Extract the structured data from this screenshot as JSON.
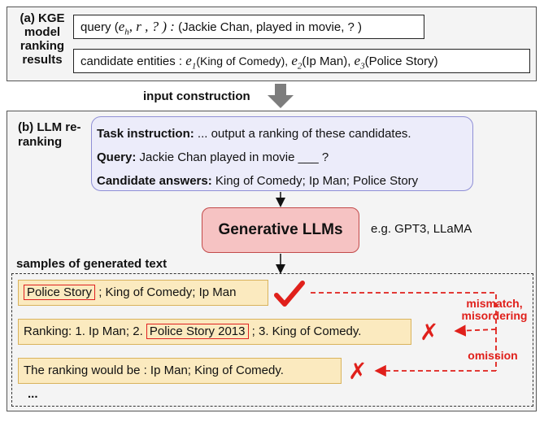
{
  "panel_a": {
    "label": "(a) KGE model ranking results",
    "query": {
      "prefix": "query (",
      "e_h": "e",
      "e_h_sub": "h",
      "r": ", r , ? ) :",
      "value": "(Jackie Chan, played in movie, ? )"
    },
    "candidates": {
      "prefix": "candidate entities :",
      "e": "e",
      "items": [
        {
          "sub": "1",
          "name": "(King of Comedy),"
        },
        {
          "sub": "2",
          "name": "(Ip Man),"
        },
        {
          "sub": "3",
          "name": "(Police Story)"
        }
      ]
    }
  },
  "arrow_label": "input construction",
  "panel_b": {
    "label": "(b) LLM re-ranking",
    "prompt": {
      "task_key": "Task instruction:",
      "task_val": " ... output a ranking of these candidates.",
      "query_key": "Query:",
      "query_val": " Jackie Chan played in movie ___ ?",
      "cand_key": "Candidate answers:",
      "cand_val": " King of Comedy; Ip Man; Police Story"
    },
    "llm_label": "Generative LLMs",
    "llm_examples": "e.g. GPT3, LLaMA",
    "samples_label": "samples of generated text",
    "samples": [
      {
        "highlight": "Police Story",
        "after": " ; King of Comedy; Ip Man"
      },
      {
        "before": "Ranking: 1. Ip Man; 2. ",
        "highlight": "Police Story 2013",
        "after": " ; 3. King of Comedy."
      },
      {
        "text": "The ranking would be : Ip Man; King of Comedy."
      }
    ],
    "ellipsis": "...",
    "error_labels": {
      "mismatch": "mismatch, misordering",
      "omission": "omission"
    },
    "marks": {
      "correct": "check-icon",
      "wrong": "✗"
    }
  },
  "colors": {
    "red": "#e0201b",
    "prompt_fill": "#ececfa",
    "llm_fill": "#f6c3c3",
    "sample_fill": "#fbeabf"
  }
}
